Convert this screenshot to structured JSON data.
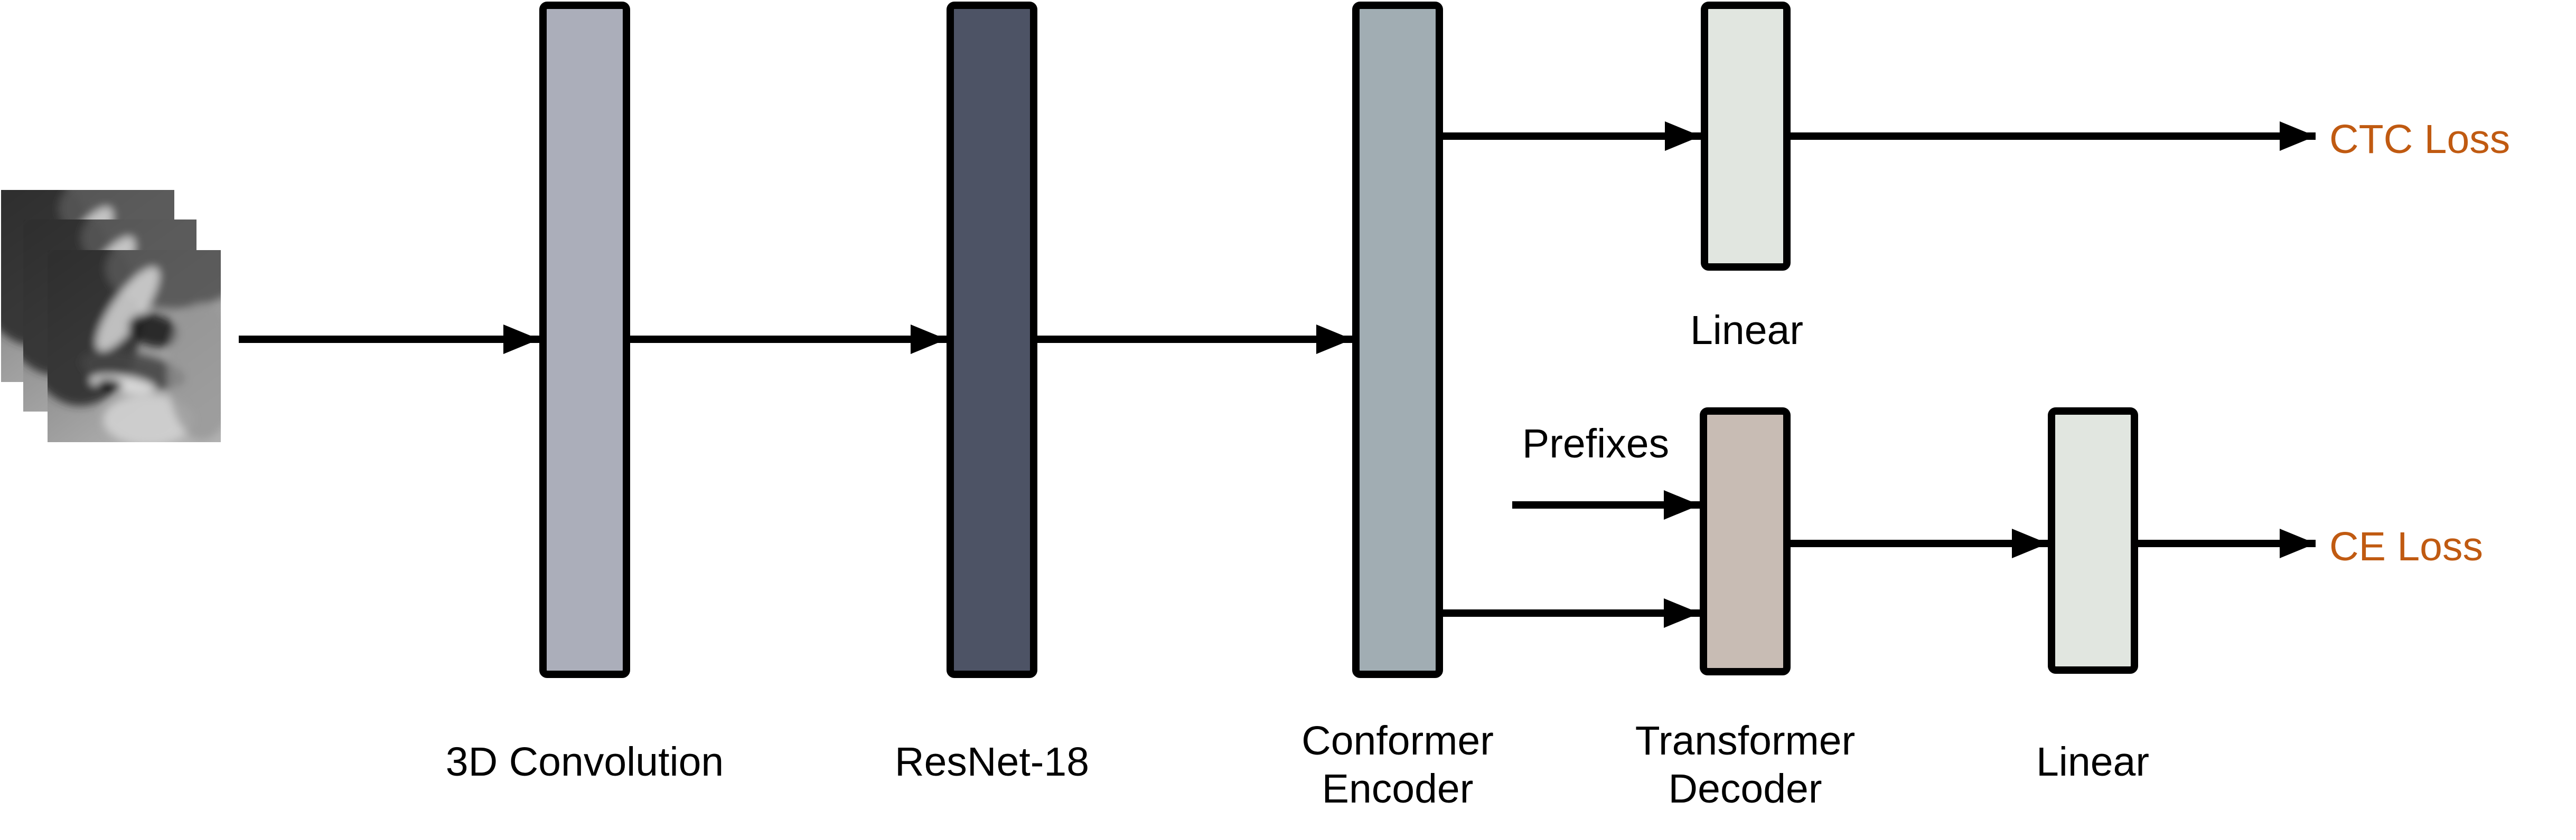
{
  "canvas": {
    "background": "#FFFFFF",
    "arrow_color": "#000000",
    "block_border_color": "#000000"
  },
  "input": {
    "icon": "lip-frames-stack",
    "frame_count": 3
  },
  "blocks": {
    "conv3d": {
      "label": "3D Convolution",
      "fill": "#ABAEBA"
    },
    "resnet": {
      "label": "ResNet-18",
      "fill": "#4D5365"
    },
    "conformer": {
      "label_line1": "Conformer",
      "label_line2": "Encoder",
      "fill": "#A1ADB3"
    },
    "linear_top": {
      "label": "Linear",
      "fill": "#E1E6E0"
    },
    "decoder": {
      "label_line1": "Transformer",
      "label_line2": "Decoder",
      "fill": "#C8BCB4"
    },
    "linear_bottom": {
      "label": "Linear",
      "fill": "#E1E6E0"
    }
  },
  "annotations": {
    "prefixes": "Prefixes"
  },
  "losses": {
    "ctc": {
      "label": "CTC Loss",
      "color": "#C05A11"
    },
    "ce": {
      "label": "CE Loss",
      "color": "#C05A11"
    }
  }
}
